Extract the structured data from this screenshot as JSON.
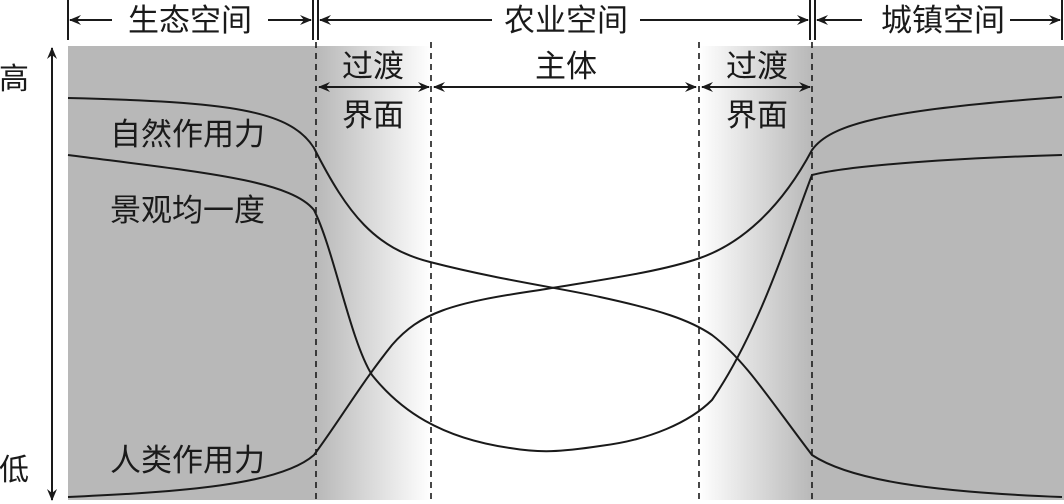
{
  "spaces": {
    "ecological": "生态空间",
    "agricultural": "农业空间",
    "urban": "城镇空间"
  },
  "zones": {
    "transition_line1": "过渡",
    "transition_line2": "界面",
    "main": "主体"
  },
  "axis": {
    "high": "高",
    "low": "低"
  },
  "curves": {
    "natural_force": "自然作用力",
    "landscape_uniformity": "景观均一度",
    "human_force": "人类作用力"
  }
}
